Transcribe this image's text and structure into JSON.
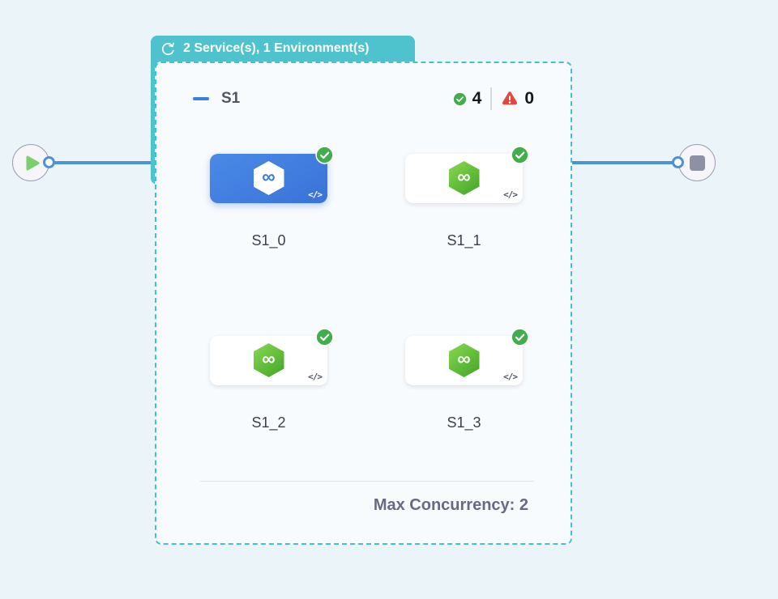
{
  "badge": {
    "label": "2 Service(s), 1 Environment(s)",
    "icon": "rolling-deployment-icon"
  },
  "stage": {
    "title": "S1",
    "success_count": "4",
    "error_count": "0",
    "max_concurrency": "Max Concurrency: 2",
    "services": [
      {
        "label": "S1_0",
        "state": "selected",
        "status": "success"
      },
      {
        "label": "S1_1",
        "state": "default",
        "status": "success"
      },
      {
        "label": "S1_2",
        "state": "default",
        "status": "success"
      },
      {
        "label": "S1_3",
        "state": "default",
        "status": "success"
      }
    ]
  },
  "icons": {
    "infinity": "∞",
    "code_tag": "</>"
  },
  "colors": {
    "teal": "#4ec3ce",
    "edge_blue": "#4a93dc",
    "success_green": "#42ad4d",
    "error_red": "#e2483d",
    "selected_card_blue": "#3a72d9",
    "hexagon_green": "#5bbf35"
  }
}
